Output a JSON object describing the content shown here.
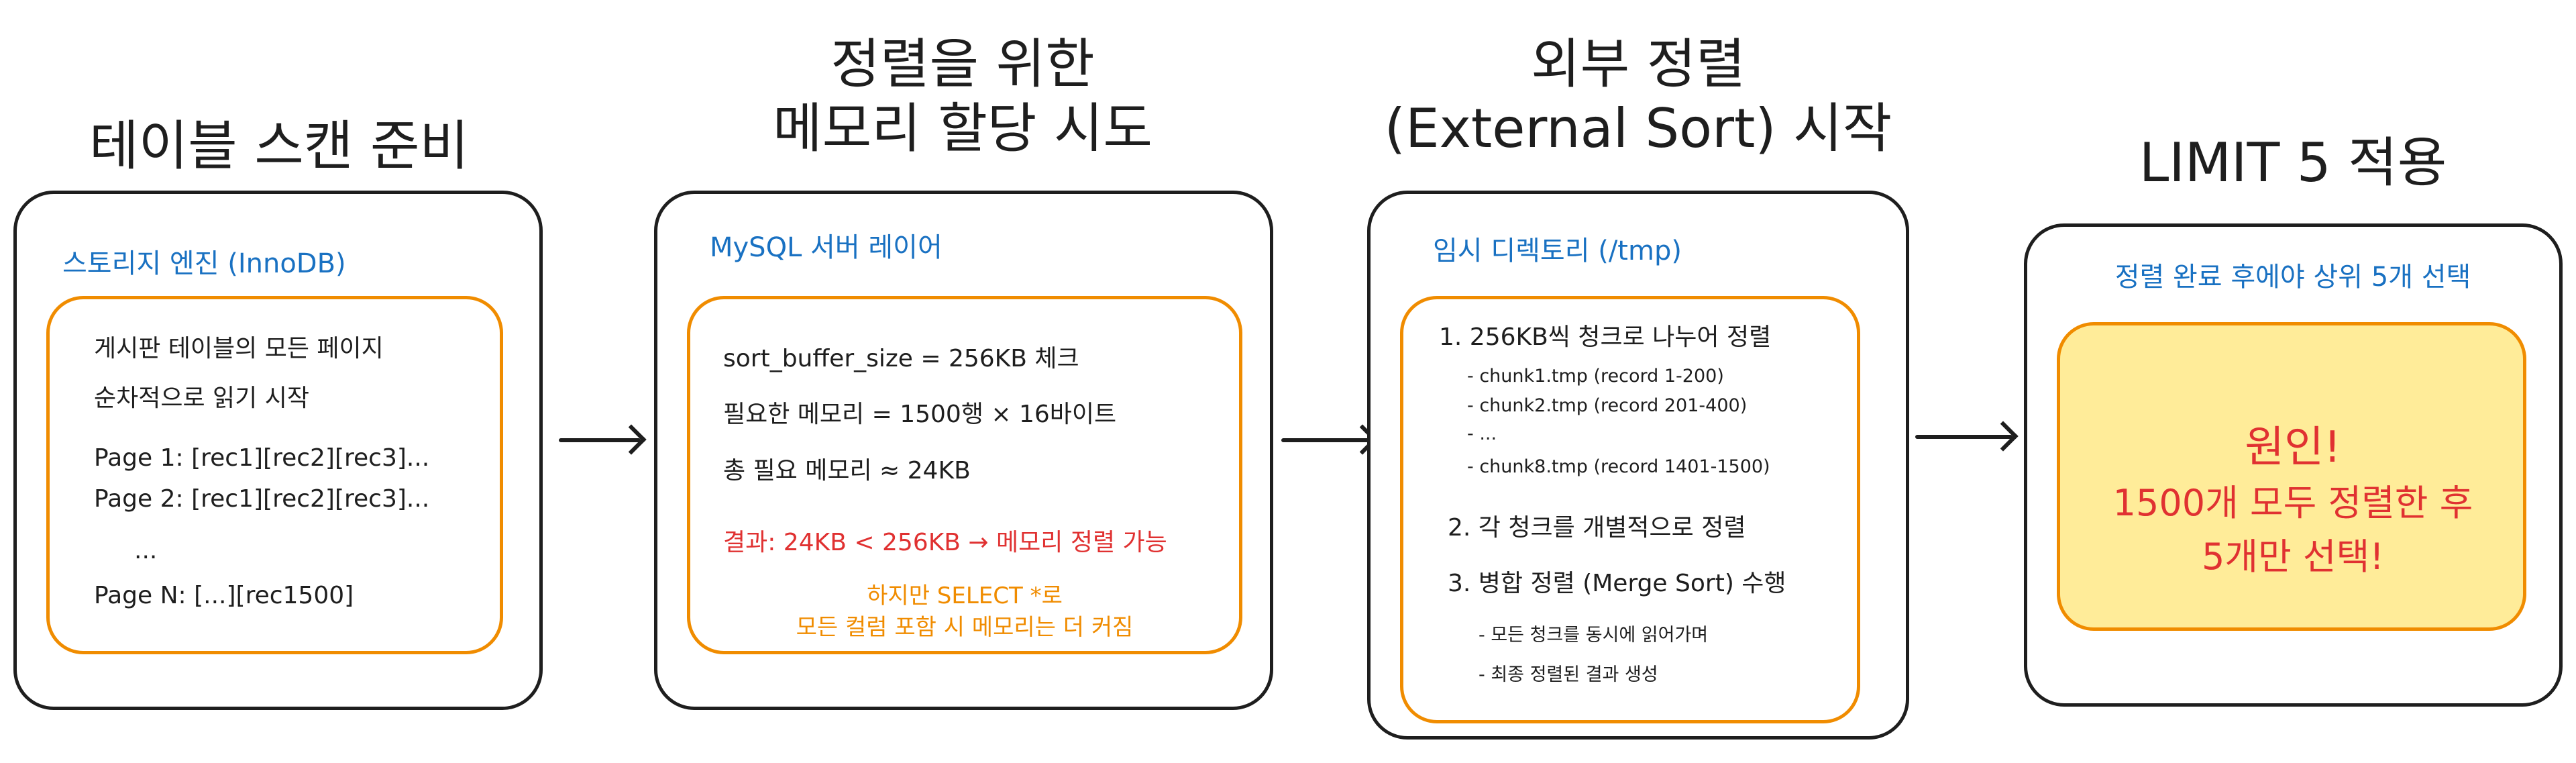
{
  "steps": [
    {
      "title": [
        "테이블 스캔 준비"
      ],
      "label": "스토리지 엔진 (InnoDB)",
      "lines": [
        "게시판 테이블의 모든 페이지",
        "순차적으로 읽기 시작",
        "Page 1: [rec1][rec2][rec3]...",
        "Page 2: [rec1][rec2][rec3]...",
        "...",
        "Page N: [...][rec1500]"
      ]
    },
    {
      "title": [
        "정렬을 위한",
        "메모리 할당 시도"
      ],
      "label": "MySQL 서버 레이어",
      "lines": [
        "sort_buffer_size = 256KB 체크",
        "필요한 메모리 = 1500행 × 16바이트",
        "총 필요 메모리 ≈ 24KB"
      ],
      "result": "결과: 24KB < 256KB → 메모리 정렬 가능",
      "note": [
        "하지만 SELECT *로",
        "모든 컬럼 포함 시 메모리는 더 커짐"
      ]
    },
    {
      "title": [
        "외부 정렬",
        "(External Sort) 시작"
      ],
      "label": "임시 디렉토리 (/tmp)",
      "step1": "1. 256KB씩 청크로 나누어 정렬",
      "chunks": [
        "- chunk1.tmp (record 1-200)",
        "- chunk2.tmp (record 201-400)",
        "- ...",
        "- chunk8.tmp (record 1401-1500)"
      ],
      "step2": "2. 각 청크를 개별적으로 정렬",
      "step3": "3. 병합 정렬 (Merge Sort) 수행",
      "subs": [
        "- 모든 청크를 동시에 읽어가며",
        "- 최종 정렬된 결과 생성"
      ]
    },
    {
      "title": [
        "LIMIT 5 적용"
      ],
      "label": "정렬 완료 후에야 상위 5개 선택",
      "cause": "원인!",
      "explain": [
        "1500개 모두 정렬한 후",
        "5개만 선택!"
      ]
    }
  ],
  "colors": {
    "stroke": "#1e1e1e",
    "blue": "#1971c2",
    "orange": "#f08c00",
    "red": "#e03131",
    "highlight": "#ffec99"
  }
}
